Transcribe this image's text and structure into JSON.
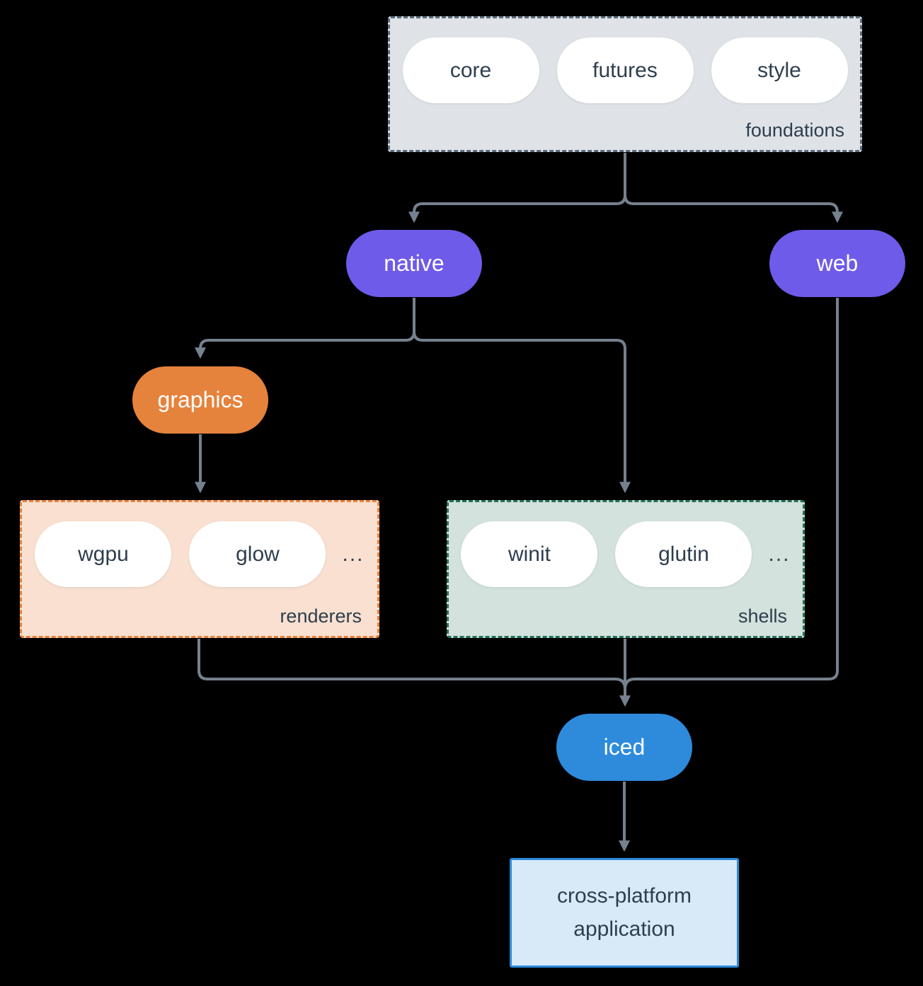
{
  "colors": {
    "bg": "#000000",
    "arrow": "#75818f",
    "node-text-dark": "#2e3e4e",
    "node-text-light": "#ffffff",
    "purple": "#6e5be9",
    "orange": "#e5823c",
    "blue": "#2e8bdc",
    "foundations-fill": "#dfe3e7",
    "foundations-border": "#5c6c7c",
    "renderers-fill": "#f9e0d0",
    "renderers-border": "#e8823c",
    "shells-fill": "#d3e2dc",
    "shells-border": "#26705f",
    "app-fill": "#d8e9f8",
    "pill-fill": "#ffffff"
  },
  "foundations": {
    "label": "foundations",
    "items": [
      "core",
      "futures",
      "style"
    ]
  },
  "nodes": {
    "native": "native",
    "web": "web",
    "graphics": "graphics",
    "iced": "iced"
  },
  "renderers": {
    "label": "renderers",
    "items": [
      "wgpu",
      "glow"
    ],
    "ellipsis": "..."
  },
  "shells": {
    "label": "shells",
    "items": [
      "winit",
      "glutin"
    ],
    "ellipsis": "..."
  },
  "app": {
    "label": "cross-platform application"
  }
}
